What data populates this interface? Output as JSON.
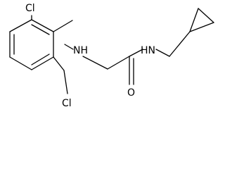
{
  "molecule": {
    "atoms": {
      "cl_top": "Cl",
      "cl_bottom": "Cl",
      "nh_aniline": "NH",
      "nh_amide": "HN",
      "o_carbonyl": "O"
    }
  }
}
